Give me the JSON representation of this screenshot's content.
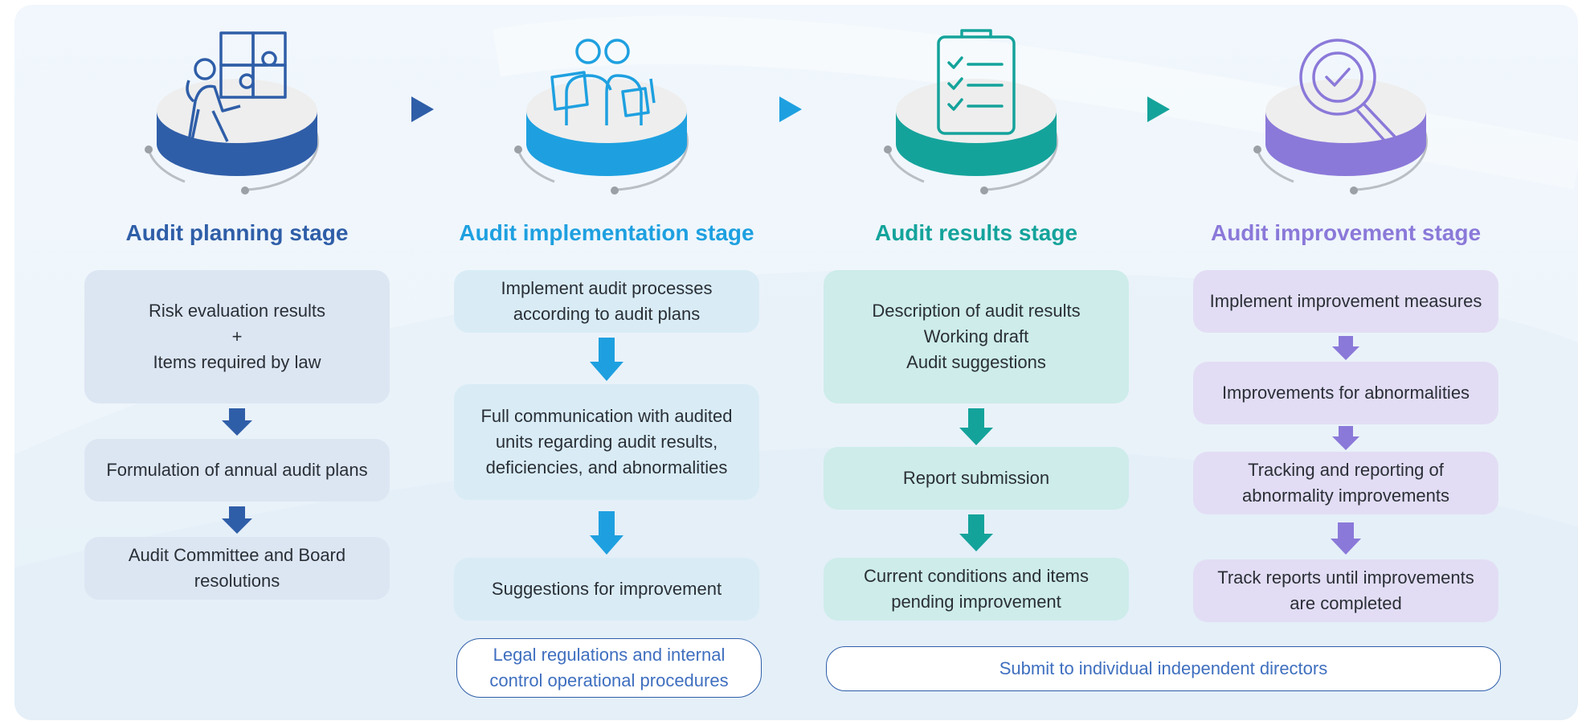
{
  "colors": {
    "planning": "#2f5ea8",
    "implementation": "#1ea0e0",
    "results": "#14a39b",
    "improvement": "#8b79d9"
  },
  "stages": [
    {
      "title": "Audit planning stage",
      "icon": "puzzle-person-icon",
      "boxes": [
        "Risk evaluation results\n+\nItems required by law",
        "Formulation of annual audit plans",
        "Audit Committee and Board resolutions"
      ]
    },
    {
      "title": "Audit implementation stage",
      "icon": "team-discussion-icon",
      "boxes": [
        "Implement audit processes according to audit plans",
        "Full communication with audited units regarding audit results, deficiencies, and abnormalities",
        "Suggestions for improvement"
      ]
    },
    {
      "title": "Audit results stage",
      "icon": "checklist-clipboard-icon",
      "boxes": [
        "Description of audit results\nWorking draft\nAudit suggestions",
        "Report submission",
        "Current conditions and items pending improvement"
      ]
    },
    {
      "title": "Audit improvement stage",
      "icon": "magnifier-check-icon",
      "boxes": [
        "Implement improvement measures",
        "Improvements for abnormalities",
        "Tracking and reporting of abnormality improvements",
        "Track reports until improvements are completed"
      ]
    }
  ],
  "footer": {
    "regulations": "Legal regulations and internal\ncontrol operational procedures",
    "directors": "Submit to individual independent directors"
  }
}
